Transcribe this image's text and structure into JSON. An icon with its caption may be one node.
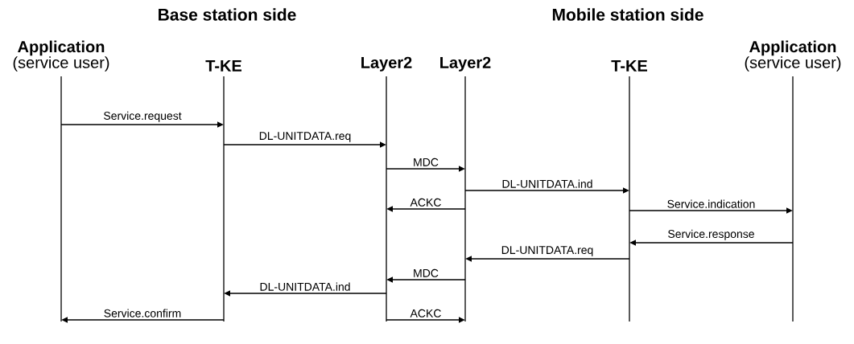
{
  "diagram": {
    "nodes": [
      {
        "text": [
          "Application",
          "(service user)"
        ]
      },
      {
        "text": [
          "T-KE"
        ]
      },
      {
        "text": [
          "Layer2"
        ]
      },
      {
        "text": [
          "Layer2"
        ]
      },
      {
        "text": [
          "T-KE"
        ]
      },
      {
        "text": [
          "Application",
          "(service user)"
        ]
      }
    ],
    "edges": [
      {
        "from": 0,
        "to": 1,
        "arrow": "to",
        "label": "Service.request"
      },
      {
        "from": 1,
        "to": 2,
        "arrow": "to",
        "label": "DL-UNITDATA.req"
      },
      {
        "from": 2,
        "to": 3,
        "arrow": "to",
        "label": "MDC"
      },
      {
        "from": 3,
        "to": 4,
        "arrow": "to",
        "label": "DL-UNITDATA.ind"
      },
      {
        "from": 3,
        "to": 2,
        "arrow": "to",
        "label": "ACKC"
      },
      {
        "from": 4,
        "to": 5,
        "arrow": "to",
        "label": "Service.indication"
      },
      {
        "from": 5,
        "to": 4,
        "arrow": "to",
        "label": "Service.response"
      },
      {
        "from": 4,
        "to": 3,
        "arrow": "to",
        "label": "DL-UNITDATA.req"
      },
      {
        "from": 3,
        "to": 2,
        "arrow": "to",
        "label": "MDC"
      },
      {
        "from": 2,
        "to": 1,
        "arrow": "to",
        "label": "DL-UNITDATA.ind"
      },
      {
        "from": 1,
        "to": 0,
        "arrow": "to",
        "label": "Service.confirm"
      },
      {
        "from": 2,
        "to": 3,
        "arrow": "to",
        "label": "ACKC"
      }
    ],
    "labels": [
      "Base station side",
      "Mobile station side"
    ]
  }
}
